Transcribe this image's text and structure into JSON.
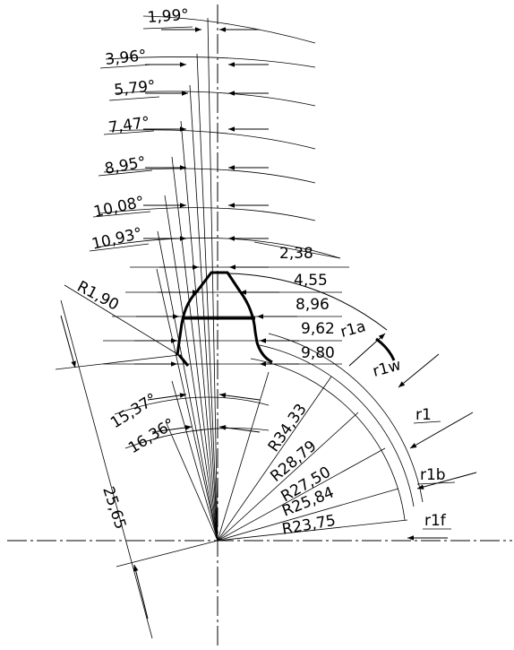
{
  "angle_labels": [
    "1,99°",
    "3,96°",
    "5,79°",
    "7,47°",
    "8,95°",
    "10,08°",
    "10,93°"
  ],
  "width_labels": [
    "2,38",
    "4,55",
    "8,96",
    "9,62",
    "9,80"
  ],
  "radius_label": "R1,90",
  "lower_angle_labels": [
    "15,37°",
    "16,36°"
  ],
  "length_label": "25,65",
  "arc_radius_labels": [
    "R34,33",
    "R28,79",
    "R27,50",
    "R25,84",
    "R23,75"
  ],
  "circle_labels": [
    "r1a",
    "r1w",
    "r1",
    "r1b",
    "r1f"
  ]
}
